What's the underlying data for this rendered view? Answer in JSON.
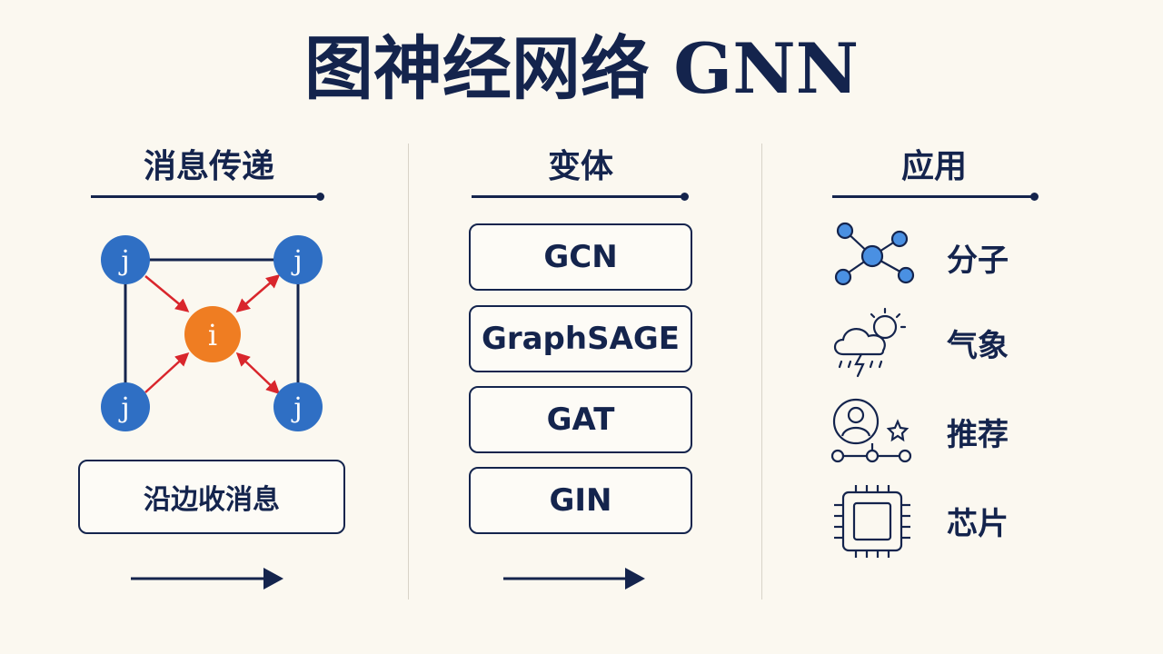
{
  "title": "图神经网络 GNN",
  "sections": {
    "message_passing": {
      "header": "消息传递",
      "neighbor_label": "j",
      "center_label": "i",
      "caption": "沿边收消息"
    },
    "variants": {
      "header": "变体",
      "items": [
        "GCN",
        "GraphSAGE",
        "GAT",
        "GIN"
      ]
    },
    "applications": {
      "header": "应用",
      "items": [
        {
          "label": "分子",
          "icon": "molecule-icon"
        },
        {
          "label": "气象",
          "icon": "weather-icon"
        },
        {
          "label": "推荐",
          "icon": "recommendation-icon"
        },
        {
          "label": "芯片",
          "icon": "chip-icon"
        }
      ]
    }
  },
  "colors": {
    "navy": "#14244d",
    "node_blue": "#2f6fc4",
    "node_orange": "#ef7d22",
    "edge_red": "#d9262c",
    "icon_blue": "#4a90e2",
    "background": "#fbf8f0"
  }
}
